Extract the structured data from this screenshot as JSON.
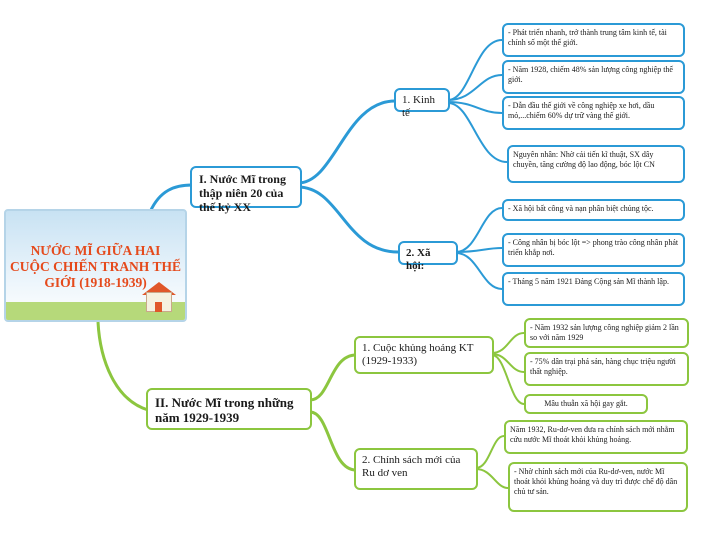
{
  "colors": {
    "blue_branch": "#2b9ad6",
    "green_branch": "#8cc63f",
    "title_red": "#e54a1c"
  },
  "center": {
    "title": "NƯỚC MĨ GIỮA HAI CUỘC CHIẾN TRANH THẾ GIỚI (1918-1939)"
  },
  "section1": {
    "label": "I. Nước Mĩ trong thập niên 20 của thế kỷ XX",
    "economy": {
      "label": "1. Kinh tế",
      "points": [
        "- Phát triển nhanh, trở thành trung tâm kinh tế, tài chính số một thế giới.",
        "- Năm 1928, chiếm 48% sản lượng công nghiệp thế giới.",
        "- Dẫn đầu thế giới về công nghiệp xe hơi, dầu mỏ,...chiếm 60% dự trữ vàng thế giới.",
        "Nguyên nhân: Nhờ cải tiến kĩ thuật, SX dây chuyền, tăng cường độ lao động, bóc lột CN"
      ]
    },
    "society": {
      "label": "2. Xã hội:",
      "points": [
        "- Xã hội bất công và nạn phân biệt chủng tộc.",
        "- Công nhân bị bóc lột => phong trào công nhân phát triển khắp nơi.",
        "- Tháng 5 năm 1921 Đảng Cộng sản Mĩ thành lập."
      ]
    }
  },
  "section2": {
    "label": "II. Nước Mĩ trong những năm 1929-1939",
    "crisis": {
      "label": "1. Cuộc khủng hoảng KT (1929-1933)",
      "points": [
        "- Năm 1932 sản lượng công nghiệp giảm 2 lần so với năm 1929",
        "- 75% dân trại phá sản, hàng chục triệu người thất nghiệp.",
        "Mâu thuẫn xã hội gay gắt."
      ]
    },
    "newdeal": {
      "label": "2. Chính sách mới của Ru dơ ven",
      "points": [
        "Năm 1932, Ru-dơ-ven đưa ra chính sách mới nhằm cứu nước Mĩ thoát khỏi khủng hoảng.",
        "- Nhờ chính sách mới của Ru-dơ-ven, nước Mĩ thoát khỏi khủng hoảng và duy trì được chế độ dân chủ tư sản."
      ]
    }
  }
}
